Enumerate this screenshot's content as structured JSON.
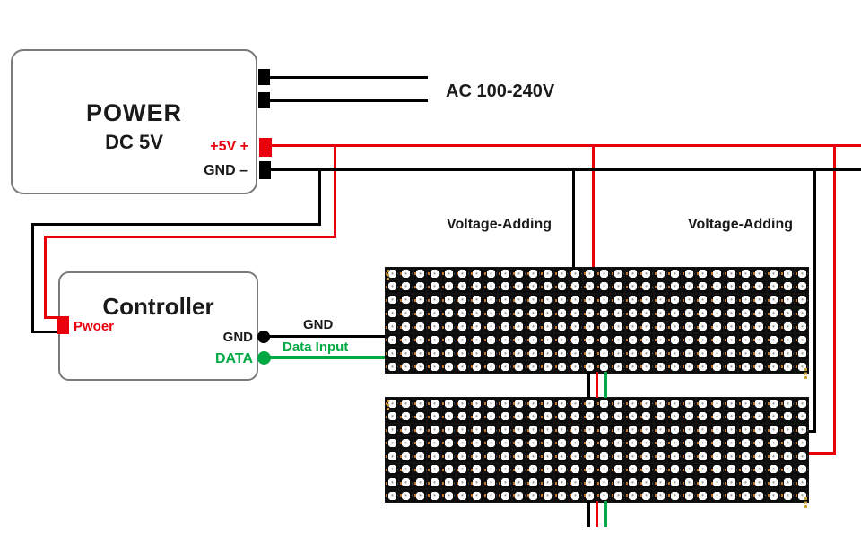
{
  "colors": {
    "red": "#e8000d",
    "green": "#00a944",
    "wire_black": "#000000",
    "panel_background": "#0c0c0c",
    "box_border": "#7a7a7a"
  },
  "power": {
    "title": "POWER",
    "subtitle": "DC 5V",
    "plus_label": "+5V +",
    "minus_label": "GND –"
  },
  "ac": {
    "label": "AC 100-240V"
  },
  "controller": {
    "title": "Controller",
    "power_label": "Pwoer",
    "gnd_label": "GND",
    "data_label": "DATA"
  },
  "wire_labels": {
    "gnd": "GND",
    "data_input": "Data Input"
  },
  "voltage_adding": {
    "label_1": "Voltage-Adding",
    "label_2": "Voltage-Adding"
  },
  "panels": {
    "rows": 8,
    "cols": 30,
    "count": 2
  }
}
